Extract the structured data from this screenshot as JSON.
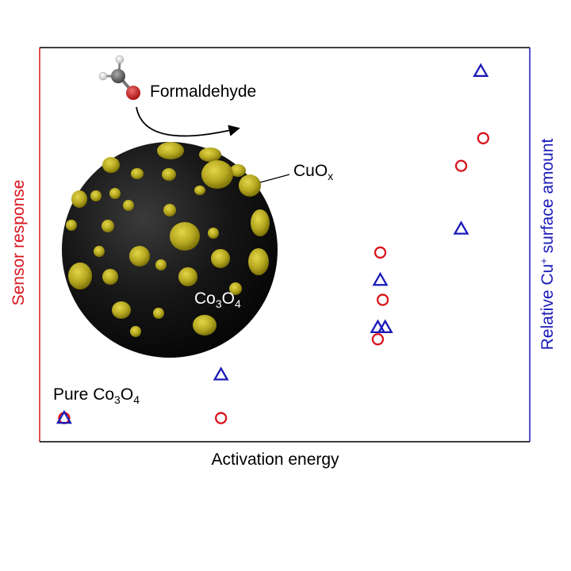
{
  "chart_data": {
    "type": "scatter",
    "title": "",
    "xlabel": "Activation energy",
    "ylabel_left": "Sensor response",
    "ylabel_right_main": "Relative Cu",
    "ylabel_right_sup": "+",
    "ylabel_right_rest": " surface amount",
    "x_ticks": "none",
    "y_ticks": "none",
    "grid": false,
    "xlim": [
      0,
      100
    ],
    "ylim": [
      0,
      100
    ],
    "series": [
      {
        "marker": "circle",
        "color": "#d9141c",
        "points": [
          [
            5,
            6
          ],
          [
            37,
            6
          ],
          [
            69,
            26
          ],
          [
            70,
            36
          ],
          [
            69.5,
            48
          ],
          [
            86,
            70
          ],
          [
            90.5,
            77
          ]
        ]
      },
      {
        "marker": "triangle",
        "color": "#1a1ab8",
        "points": [
          [
            5,
            6
          ],
          [
            37,
            17
          ],
          [
            69,
            29
          ],
          [
            70.5,
            29
          ],
          [
            69.5,
            41
          ],
          [
            86,
            54
          ],
          [
            90,
            94
          ]
        ]
      }
    ],
    "annotations": {
      "formaldehyde": "Formaldehyde",
      "cuox_main": "CuO",
      "cuox_sub": "x",
      "co3o4_a": "Co",
      "co3o4_b": "3",
      "co3o4_c": "O",
      "co3o4_d": "4",
      "pure_a": "Pure Co",
      "pure_b": "3",
      "pure_c": "O",
      "pure_d": "4"
    },
    "colors": {
      "left_axis": "#d9141c",
      "right_axis": "#1a1ab8",
      "sphere": "#141414",
      "nanoparticle": "#b5a820"
    }
  }
}
